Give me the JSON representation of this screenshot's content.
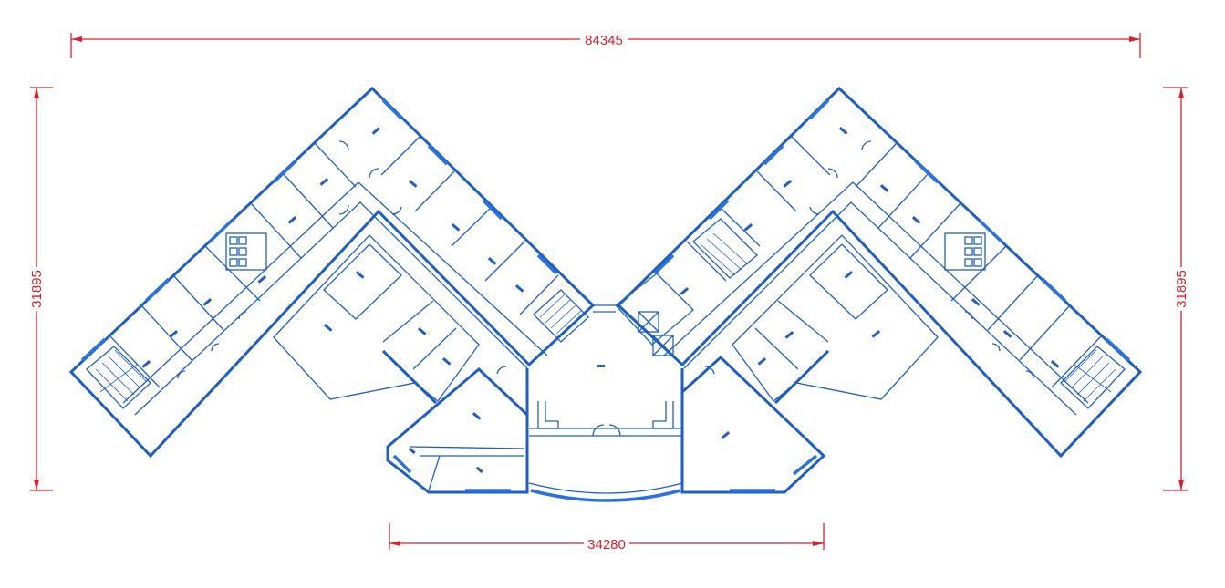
{
  "dimensions": {
    "top_width": "84345",
    "left_height": "31895",
    "right_height": "31895",
    "bottom_width": "34280"
  },
  "colors": {
    "dimension": "#d9202a",
    "wall": "#1f5fc4"
  }
}
